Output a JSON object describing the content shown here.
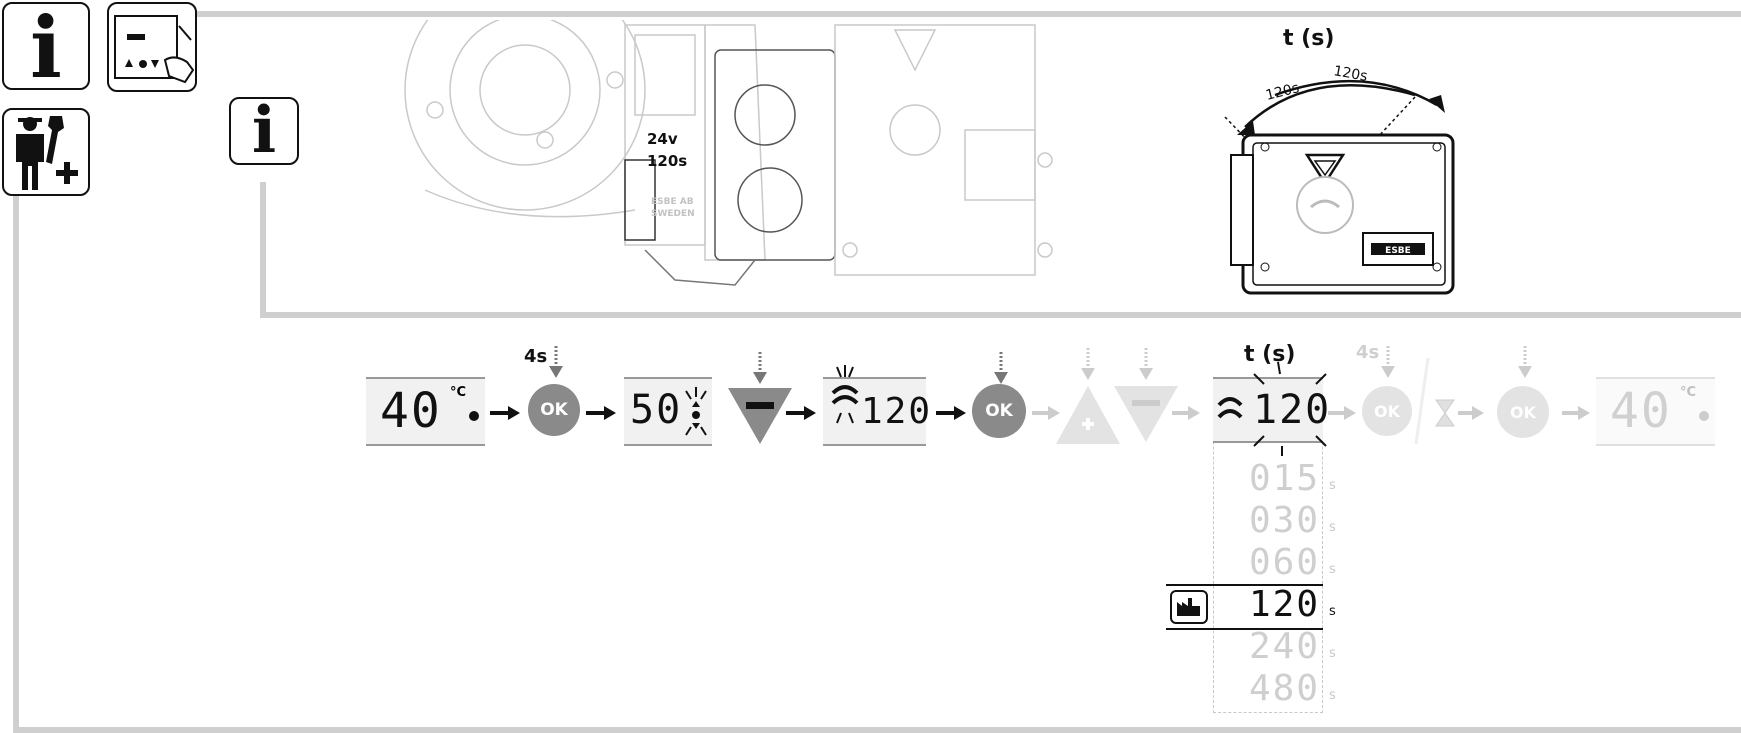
{
  "top_icons": {
    "info_glyph": "i",
    "tool_plus": "+"
  },
  "actuator_photo": {
    "label_voltage": "24v",
    "label_time": "120s",
    "brand_text_1": "ESBE AB",
    "brand_text_2": "SWEDEN"
  },
  "rotation_diagram": {
    "title": "t (s)",
    "arc_label_left": "120s",
    "arc_label_right": "120s",
    "logo_text": "ESBE"
  },
  "sequence": {
    "start_value": "40",
    "start_unit": "°C",
    "hold_time_1": "4s",
    "ok_label": "OK",
    "menu_value": "50",
    "menu_time_value": "120",
    "selector_title": "t (s)",
    "selected_value": "120",
    "hold_time_2": "4s",
    "end_value": "40",
    "end_unit": "°C"
  },
  "runtime_options": {
    "unit": "s",
    "items": [
      {
        "value": "015",
        "highlighted": false
      },
      {
        "value": "030",
        "highlighted": false
      },
      {
        "value": "060",
        "highlighted": false
      },
      {
        "value": "120",
        "highlighted": true,
        "factory_default": true
      },
      {
        "value": "240",
        "highlighted": false
      },
      {
        "value": "480",
        "highlighted": false
      }
    ]
  }
}
